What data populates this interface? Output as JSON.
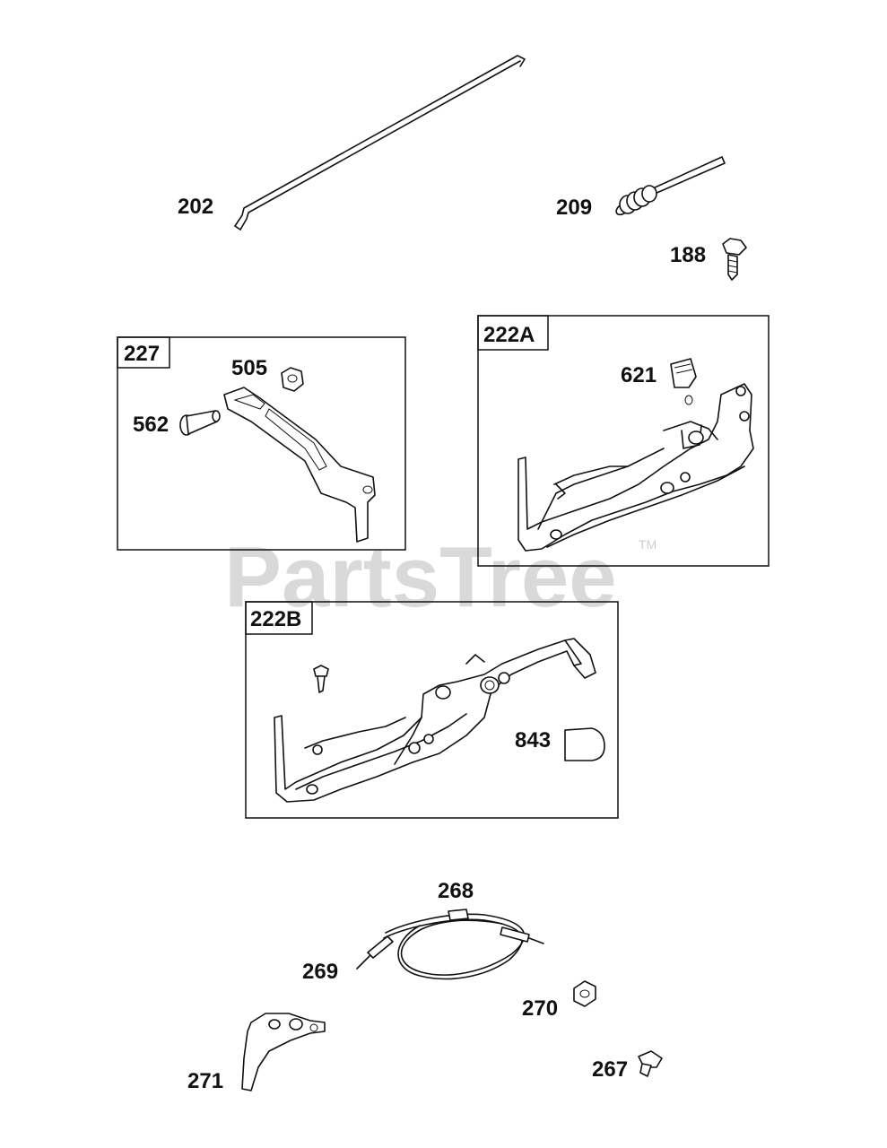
{
  "watermark": {
    "text": "PartsTree",
    "trademark": "TM"
  },
  "callouts": {
    "p202": "202",
    "p209": "209",
    "p188": "188",
    "p505": "505",
    "p562": "562",
    "p621": "621",
    "p843": "843",
    "p268": "268",
    "p269": "269",
    "p270": "270",
    "p271": "271",
    "p267": "267"
  },
  "boxes": {
    "b227": "227",
    "b222a": "222A",
    "b222b": "222B"
  }
}
